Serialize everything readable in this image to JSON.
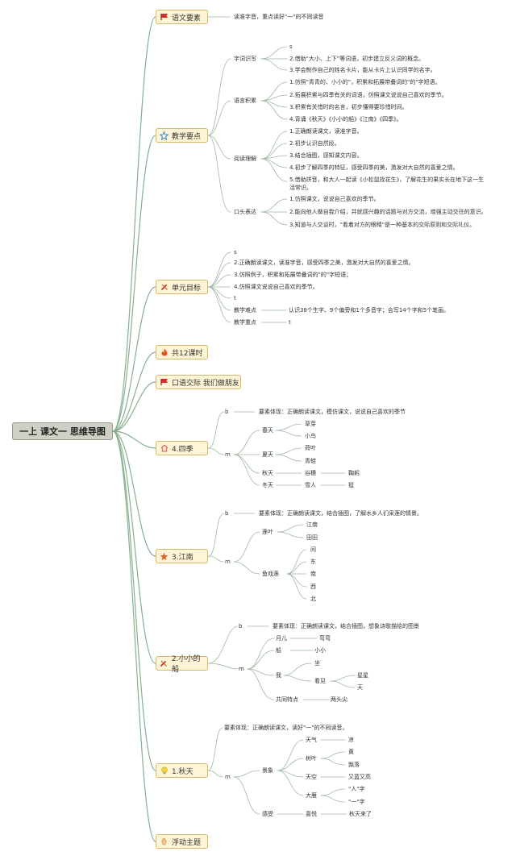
{
  "root": "一上 课文一 思维导图",
  "topics": [
    {
      "label": "语文要素",
      "icon": "red-flag-icon"
    },
    {
      "label": "教学要点",
      "icon": "star-outline-icon"
    },
    {
      "label": "单元目标",
      "icon": "tools-icon"
    },
    {
      "label": "共12课时",
      "icon": "fire-icon"
    },
    {
      "label": "口语交际 我们做朋友",
      "icon": "red-flag-icon"
    },
    {
      "label": "4.四季",
      "icon": "house-icon"
    },
    {
      "label": "3.江南",
      "icon": "star-icon"
    },
    {
      "label": "2.小小的船",
      "icon": "tools-icon"
    },
    {
      "label": "1.秋天",
      "icon": "lightbulb-icon"
    },
    {
      "label": "浮动主题",
      "icon": "hand-icon"
    }
  ],
  "t1": {
    "text": "读准字音，重点读好\"一\"的不同读音"
  },
  "t2": {
    "c1": {
      "label": "字词识写",
      "items": [
        "s",
        "2.借助\"大小、上下\"等词语，初步建立反义词的概念。",
        "3.学会制作自己的姓名卡片，能从卡片上认识同学的名字。"
      ]
    },
    "c2": {
      "label": "语言积累",
      "items": [
        "1.仿照\"青青的、小小的\"，积累和拓展带叠词的\"的\"字短语。",
        "2.拓展积累与四季有关的词语，仿照课文说说自己喜欢的季节。",
        "3.积累有关惜时的名言，初步懂得要珍惜时间。",
        "4.背诵《秋天》《小小的船》《江南》《四季》。"
      ]
    },
    "c3": {
      "label": "阅读理解",
      "items": [
        "1.正确朗读课文，读准字音。",
        "2.初步认识自然段。",
        "3.结合插图，感知课文内容。",
        "4.初步了解四季的特征，感受四季的美，激发对大自然的喜爱之情。",
        "5.借助拼音，和大人一起读《小松鼠找花生》，了解花生的果实长在地下这一生",
        "活常识。"
      ]
    },
    "c4": {
      "label": "口头表达",
      "items": [
        "1.仿照课文，说说自己喜欢的季节。",
        "2.能向他人做自我介绍，并就感兴趣的话题与对方交流，增强主动交往的意识。",
        "3.知道与人交谈时，\"看着对方的眼睛\"是一种基本的交际原则和交际礼仪。"
      ]
    }
  },
  "t3": {
    "items": [
      "s",
      "2.正确朗读课文，读准字音，感受四季之美，激发对大自然的喜爱之情。",
      "3.仿照例子，积累和拓展带叠词的\"的\"字短语；",
      "4.仿照课文说说自己喜欢的季节。",
      "t"
    ],
    "difficulty": {
      "label": "教学难点",
      "text": "认识38个生字、9个偏旁和1个多音字；会写14个字和5个笔画。"
    },
    "key": {
      "label": "教学重点",
      "text": "t"
    }
  },
  "t6": {
    "b": "b",
    "element": "要素体现：正确朗读课文，模仿课文，说说自己喜欢的季节",
    "m": "m",
    "spring": {
      "label": "春天",
      "items": [
        "草芽",
        "小鸟"
      ]
    },
    "summer": {
      "label": "夏天",
      "items": [
        "荷叶",
        "青蛙"
      ]
    },
    "autumn": {
      "label": "秋天",
      "item": "谷穗",
      "sub": "鞠躬"
    },
    "winter": {
      "label": "冬天",
      "item": "雪人",
      "sub": "挺"
    }
  },
  "t7": {
    "b": "b",
    "element": "要素体现：正确朗读课文，结合插图，了解水乡人们采莲的情景。",
    "m": "m",
    "lotus": {
      "label": "莲叶",
      "items": [
        "江南",
        "田田"
      ]
    },
    "fish": {
      "label": "鱼戏莲",
      "items": [
        "间",
        "东",
        "南",
        "西",
        "北"
      ]
    }
  },
  "t8": {
    "b": "b",
    "element": "要素体现：正确朗读课文，结合插图，想象诗歌描绘的图景",
    "m": "m",
    "moon": {
      "label": "月儿",
      "item": "弯弯"
    },
    "boat": {
      "label": "船",
      "item": "小小"
    },
    "me": {
      "label": "我",
      "sit": "坐",
      "see": "看见",
      "see_items": [
        "星星",
        "天"
      ]
    },
    "common": {
      "label": "共同特点",
      "item": "两头尖"
    }
  },
  "t9": {
    "element": "要素体现：正确朗读课文，读好\"一\"的不同读音。",
    "m": "m",
    "scene": "景象",
    "weather": {
      "label": "天气",
      "item": "凉"
    },
    "willow": {
      "label": "树叶",
      "items": [
        "黄",
        "飘落"
      ]
    },
    "sky": {
      "label": "天空",
      "item": "又蓝又高"
    },
    "geese": {
      "label": "大雁",
      "items": [
        "\"人\"字",
        "\"一\"字"
      ]
    },
    "feeling": {
      "label": "感受",
      "item": "喜悦",
      "sub": "秋天来了"
    }
  }
}
